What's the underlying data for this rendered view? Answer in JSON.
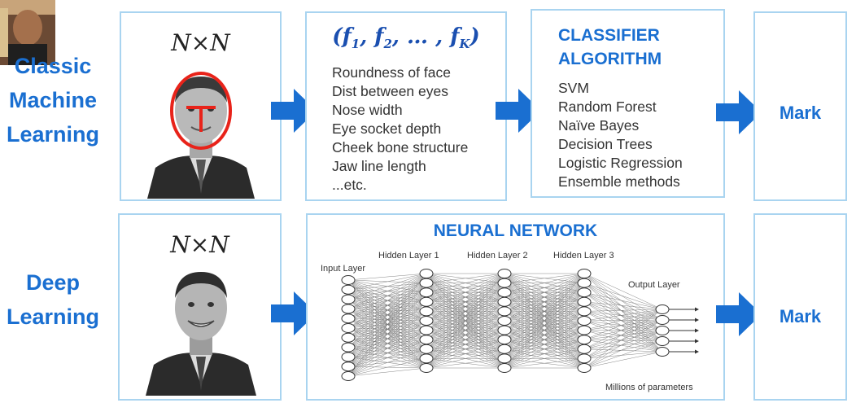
{
  "rows": {
    "classic_label": "Classic\nMachine\nLearning",
    "deep_label": "Deep\nLearning"
  },
  "input": {
    "classic_size": "N×N",
    "deep_size": "N×N"
  },
  "features": {
    "title": "(f₁, f₂, … , f_K)",
    "items": [
      "Roundness of face",
      "Dist between eyes",
      "Nose width",
      "Eye socket depth",
      "Cheek bone structure",
      "Jaw line length",
      "...etc."
    ]
  },
  "classifier": {
    "title_line1": "CLASSIFIER",
    "title_line2": "ALGORITHM",
    "items": [
      "SVM",
      "Random Forest",
      "Naïve Bayes",
      "Decision Trees",
      "Logistic Regression",
      "Ensemble methods"
    ]
  },
  "neural_network": {
    "title": "NEURAL NETWORK",
    "input_layer": "Input Layer",
    "hidden_1": "Hidden Layer 1",
    "hidden_2": "Hidden Layer 2",
    "hidden_3": "Hidden Layer 3",
    "output_layer": "Output Layer",
    "footnote": "Millions of parameters"
  },
  "output": {
    "classic_mark": "Mark",
    "deep_mark": "Mark"
  },
  "colors": {
    "accent": "#1a6fd1",
    "box_border": "#a9d4f0",
    "arrow": "#1a6fd1",
    "face_overlay": "#e8231a"
  }
}
